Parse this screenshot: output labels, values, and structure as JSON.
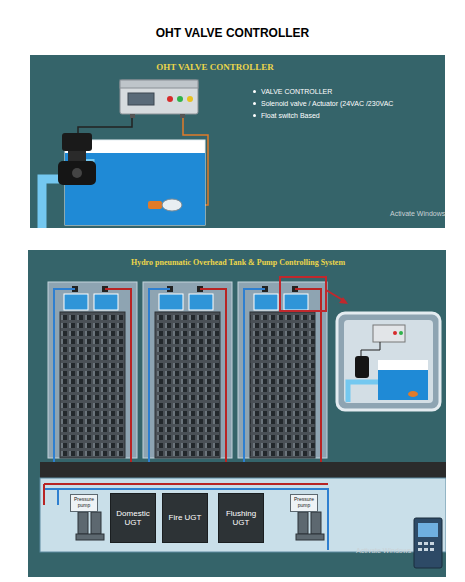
{
  "diagram": {
    "title": "OHT VALVE CONTROLLER",
    "nodes": [
      {
        "text": [
          "OHT VALVE CONTROLLER",
          "VALVE CONTROLLER",
          "Solenoid valve / Actuator (24VAC /230VAC",
          "Float switch Based"
        ]
      },
      {
        "text": [
          "Hydro pneumatic Overhead Tank & Pump Controlling System"
        ]
      },
      {
        "text": [
          "Pressure pump"
        ],
        "in": 1
      },
      {
        "text": [
          "Domestic UGT"
        ],
        "in": 1
      },
      {
        "text": [
          "Fire UGT"
        ],
        "in": 1
      },
      {
        "text": [
          "Flushing UGT"
        ],
        "in": 1
      },
      {
        "text": [
          "Pressure pump"
        ],
        "in": 1
      }
    ],
    "labels": [
      "Activate Windows",
      "Activate Windows"
    ]
  }
}
